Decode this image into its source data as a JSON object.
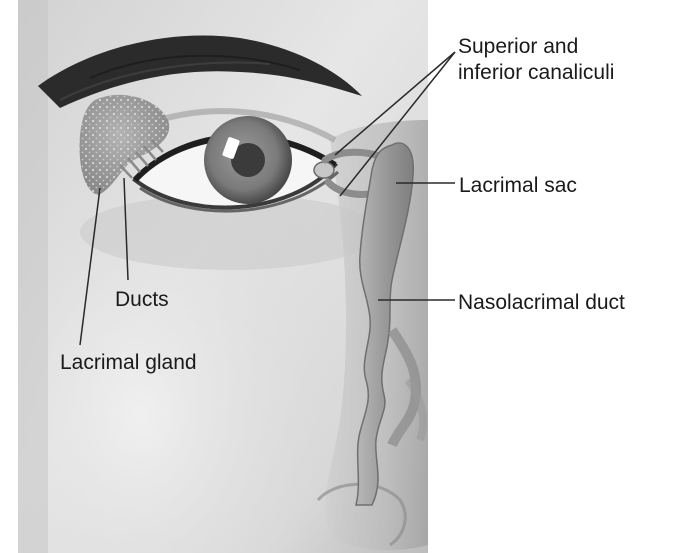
{
  "labels": {
    "canaliculi_line1": "Superior and",
    "canaliculi_line2": "inferior canaliculi",
    "lacrimal_sac": "Lacrimal sac",
    "nasolacrimal_duct": "Nasolacrimal duct",
    "ducts": "Ducts",
    "lacrimal_gland": "Lacrimal gland"
  },
  "colors": {
    "face_light": "#d9d9d9",
    "face_dark": "#a8a8a8",
    "background": "#ffffff",
    "leader_line": "#2a2a2a",
    "brow": "#2b2b2b",
    "iris": "#7d7d7d",
    "gland": "#9a9a9a",
    "duct_system": "#9c9c9c"
  },
  "icons": {
    "illustration": "lacrimal-apparatus-illustration"
  }
}
